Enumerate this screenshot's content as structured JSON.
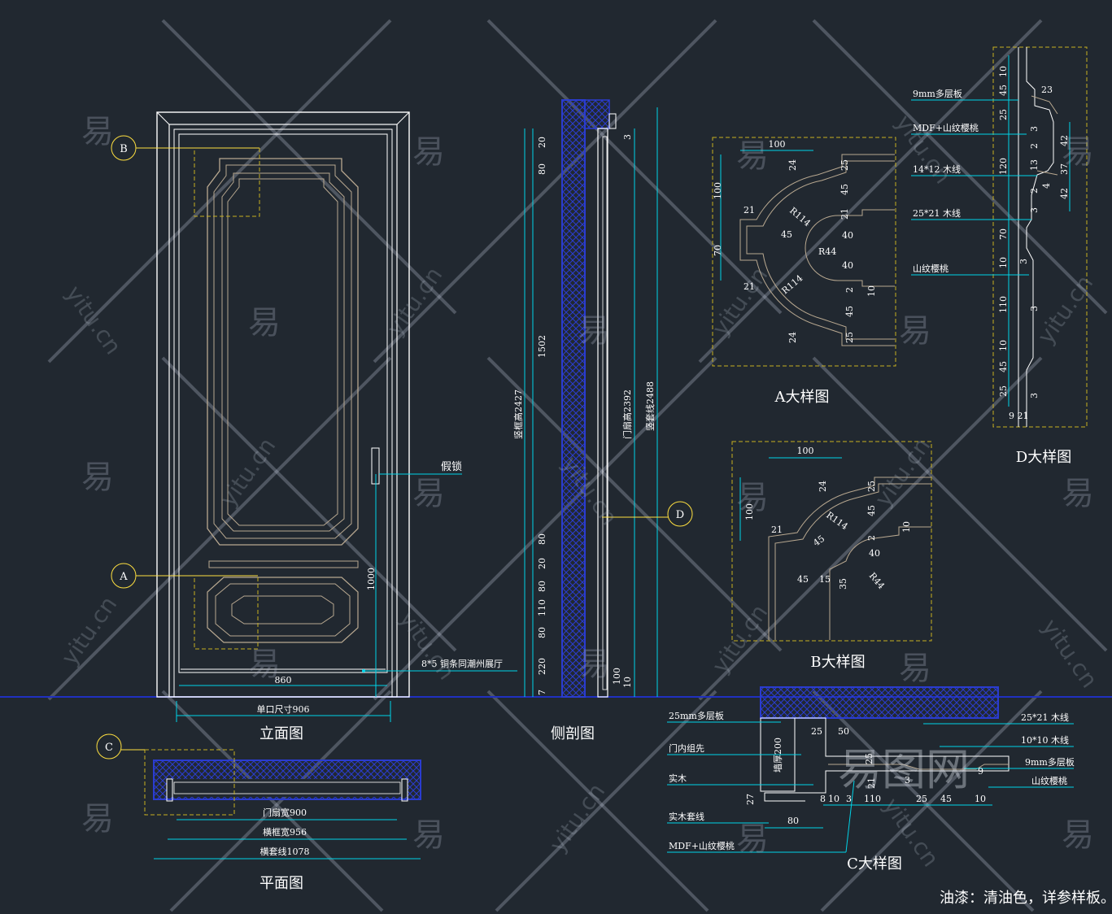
{
  "colors": {
    "background": "#212830",
    "outline": "#ffffff",
    "molding": "#b8a890",
    "dimension": "#00d4e8",
    "detail_box": "#c8b020",
    "hatch": "#2a3cd0",
    "callout": "#ffe040",
    "floor": "#2030c0"
  },
  "views": {
    "elevation": {
      "title": "立面图",
      "dim_leaf_width": "860",
      "dim_opening": "单口尺寸906",
      "dim_handle_height": "1000",
      "note_lock": "假锁",
      "note_strip": "8*5 铜条同潮州展厅",
      "callout_b": "B",
      "callout_a": "A"
    },
    "section": {
      "title": "侧剖图",
      "dims_left": [
        "20",
        "80",
        "1502",
        "80",
        "20",
        "80",
        "110",
        "80",
        "220",
        "7"
      ],
      "dim_frame_height": "竖框高2427",
      "dim_leaf_height": "门扇高2392",
      "dim_casing_height": "竖套线2488",
      "dim_top": "3",
      "dim_bottom_a": "100",
      "dim_bottom_b": "10",
      "callout_d": "D"
    },
    "plan": {
      "title": "平面图",
      "dim_leaf": "门扇宽900",
      "dim_frame": "横框宽956",
      "dim_casing": "横套线1078",
      "callout_c": "C"
    },
    "detail_a": {
      "title": "A大样图",
      "dims": [
        "100",
        "24",
        "25",
        "100",
        "21",
        "R114",
        "45",
        "21",
        "45",
        "40",
        "R44",
        "70",
        "40",
        "21",
        "R114",
        "2",
        "10",
        "45",
        "24",
        "25"
      ]
    },
    "detail_b": {
      "title": "B大样图",
      "dims": [
        "100",
        "24",
        "25",
        "100",
        "R114",
        "45",
        "21",
        "45",
        "2",
        "10",
        "40",
        "45",
        "15",
        "35",
        "R44"
      ]
    },
    "detail_c": {
      "title": "C大样图",
      "labels_left": [
        "25mm多层板",
        "门内组先",
        "实木",
        "实木套线",
        "MDF+山纹樱桃"
      ],
      "labels_right": [
        "25*21 木线",
        "10*10 木线",
        "9mm多层板",
        "山纹樱桃"
      ],
      "dims": [
        "25",
        "50",
        "墙厚200",
        "25",
        "3",
        "9",
        "27",
        "8",
        "10",
        "110",
        "25",
        "45",
        "10",
        "80",
        "21",
        "3"
      ]
    },
    "detail_d": {
      "title": "D大样图",
      "labels": [
        "9mm多层板",
        "MDF+山纹樱桃",
        "14*12 木线",
        "25*21 木线",
        "山纹樱桃"
      ],
      "dims_left": [
        "10",
        "45",
        "25",
        "120",
        "70",
        "10",
        "110",
        "10",
        "45",
        "25"
      ],
      "dims_right": [
        "23",
        "42",
        "37",
        "42",
        "3",
        "2",
        "13",
        "4",
        "2",
        "3",
        "3",
        "3",
        "3"
      ],
      "dim_bottom": "9 21"
    }
  },
  "footer_note": "油漆：清油色，详参样板。",
  "watermark": {
    "glyph": "易",
    "site": "yitu.cn",
    "logo": "易图网"
  }
}
